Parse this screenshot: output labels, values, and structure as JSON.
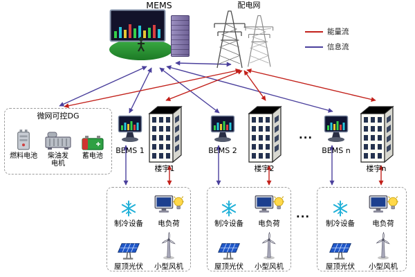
{
  "mems": {
    "label": "MEMS"
  },
  "grid": {
    "label": "配电网"
  },
  "legend": {
    "energy_label": "能量流",
    "info_label": "信息流"
  },
  "colors": {
    "energy": "#c2201a",
    "info": "#4a3f9c"
  },
  "dg": {
    "title": "微网可控DG",
    "fuel_cell": "燃料电池",
    "diesel": "柴油发电机",
    "battery": "蓄电池"
  },
  "clusters": [
    {
      "bems": "BEMS 1",
      "building": "楼宇1"
    },
    {
      "bems": "BEMS 2",
      "building": "楼宇2"
    },
    {
      "bems": "BEMS n",
      "building": "楼宇n"
    }
  ],
  "load_box": {
    "cooling": "制冷设备",
    "electric_load": "电负荷",
    "pv": "屋顶光伏",
    "wind": "小型风机"
  },
  "ellipsis": "..."
}
